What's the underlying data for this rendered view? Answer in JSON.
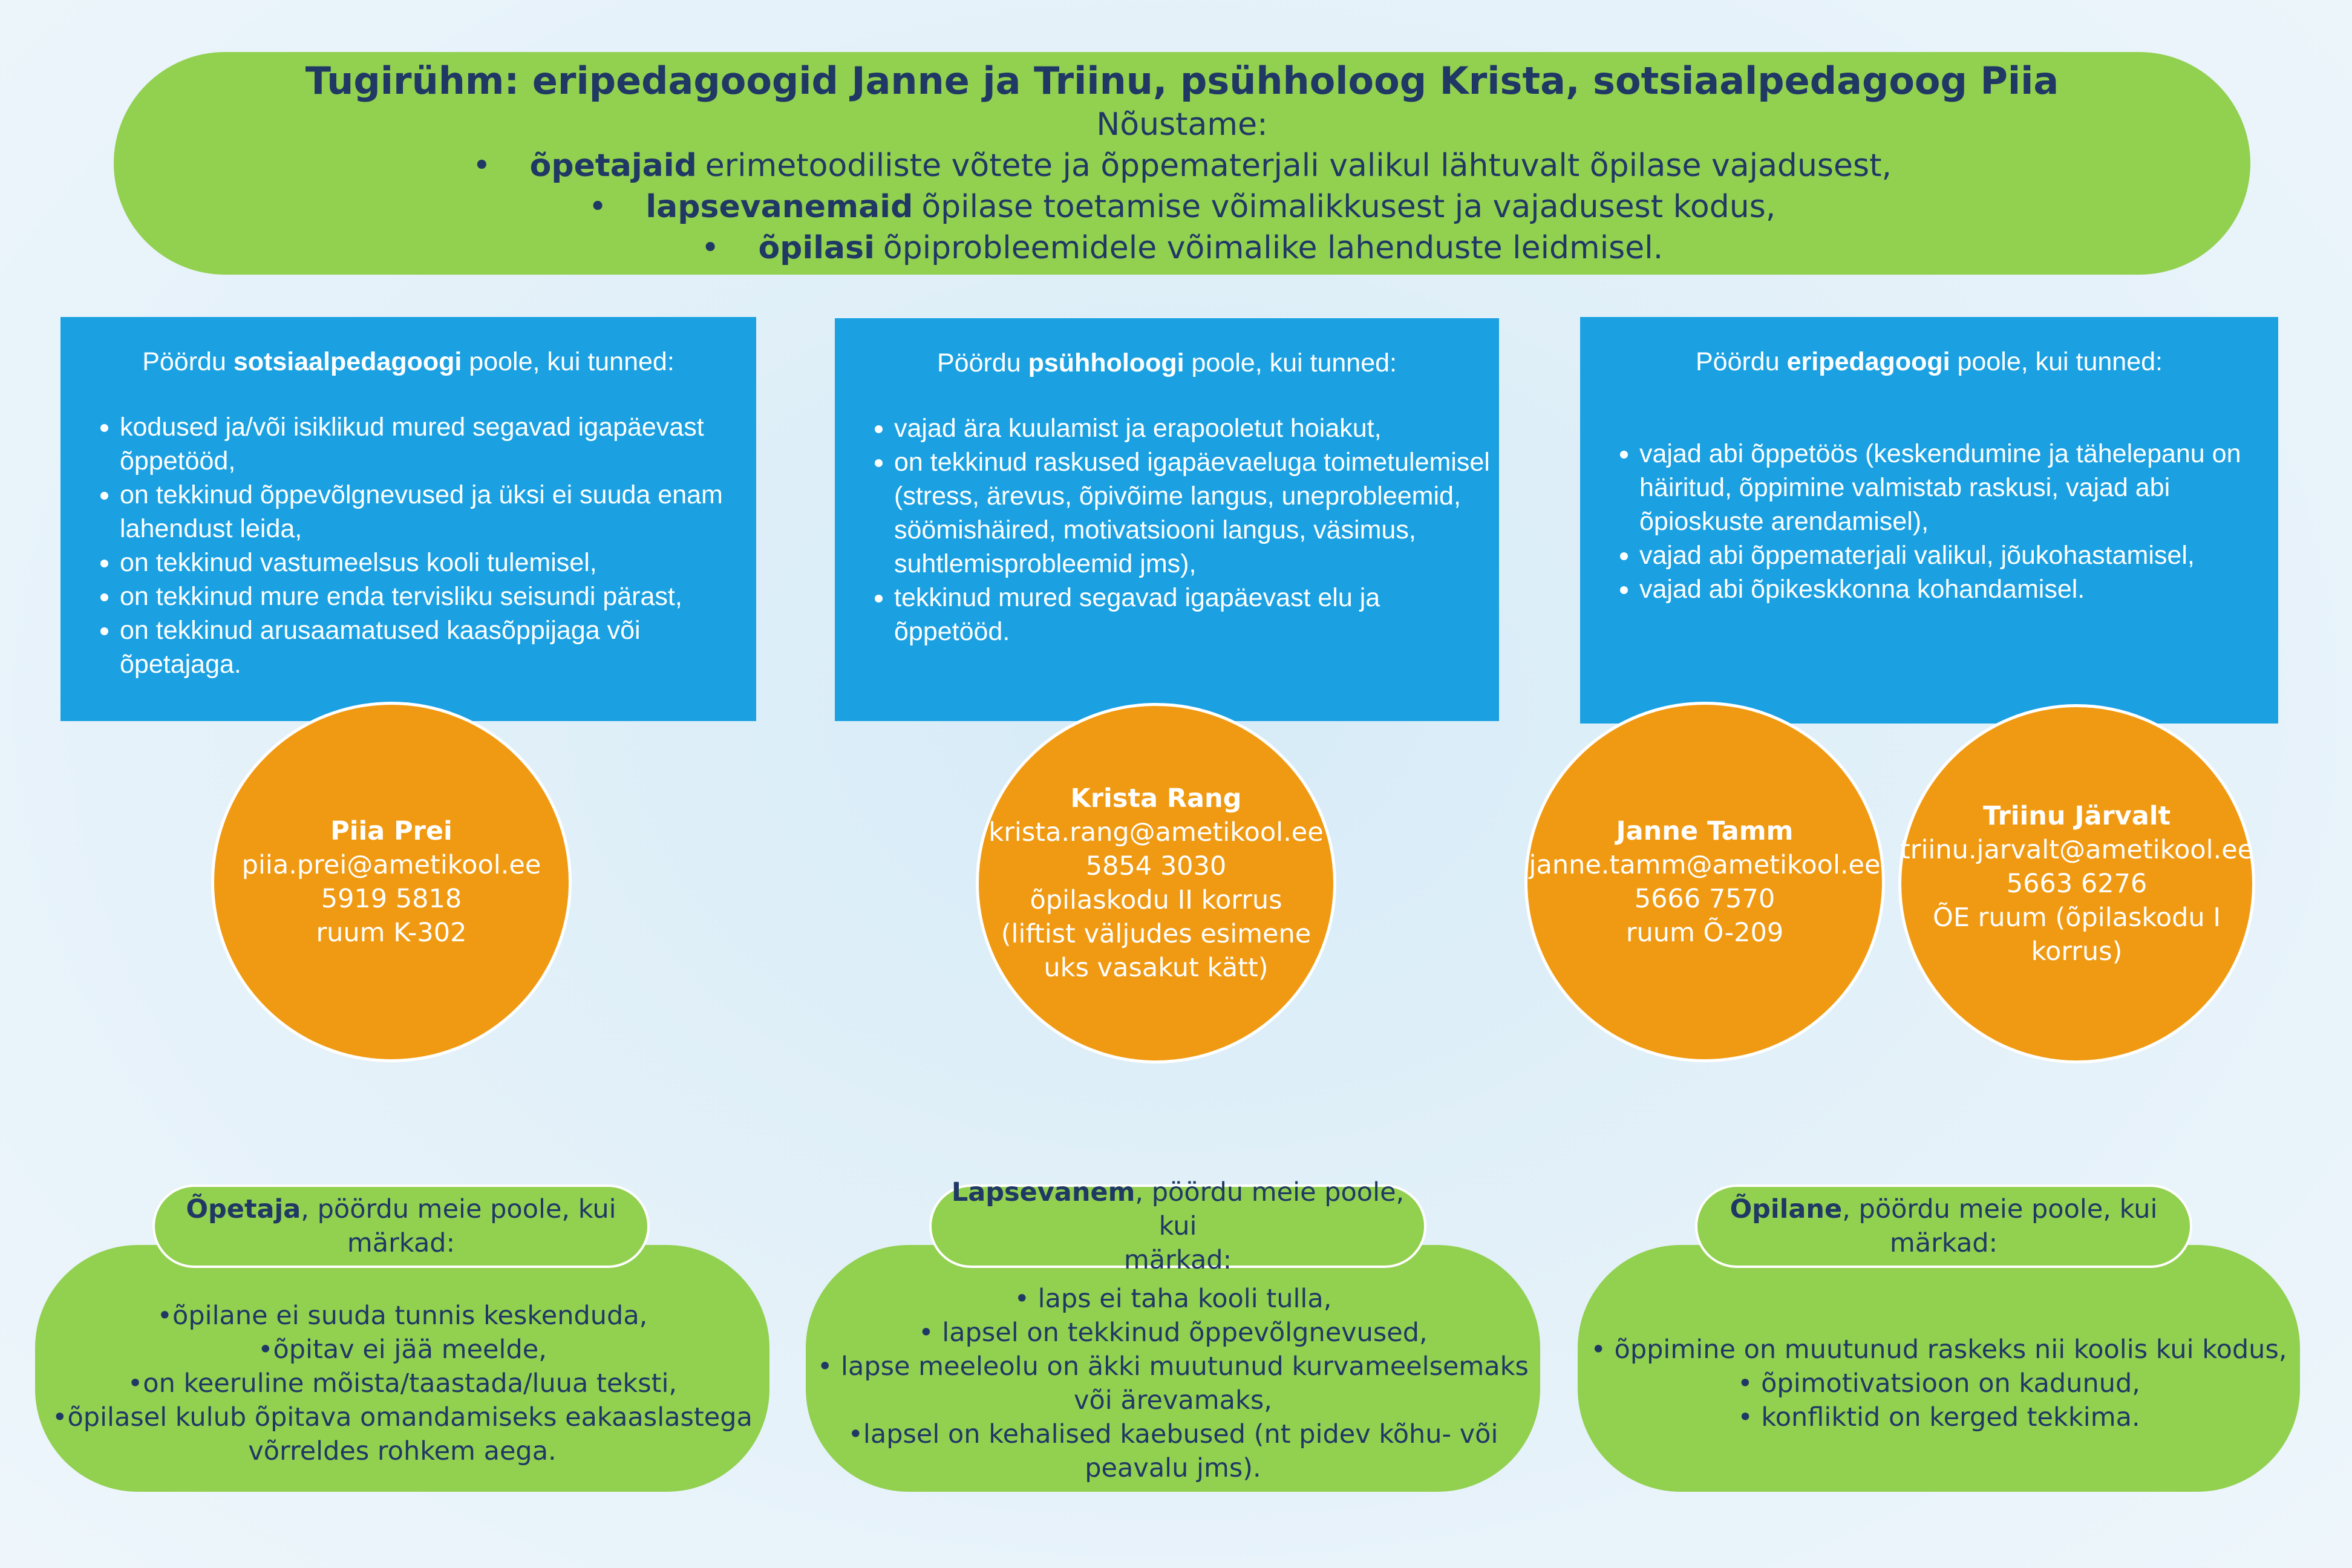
{
  "banner": {
    "title": "Tugirühm: eripedagoogid Janne ja Triinu, psühholoog Krista, sotsiaalpedagoog Piia",
    "subtitle": "Nõustame:",
    "bullets": [
      {
        "bold": "õpetajaid",
        "text": "erimetoodiliste võtete ja õppematerjali valikul lähtuvalt õpilase vajadusest,"
      },
      {
        "bold": "lapsevanemaid",
        "text": "õpilase toetamise võimalikkusest ja vajadusest kodus,"
      },
      {
        "bold": "õpilasi",
        "text": "õpiprobleemidele võimalike lahenduste leidmisel."
      }
    ]
  },
  "boxes": [
    {
      "head_pre": "Pöördu",
      "head_bold": "sotsiaalpedagoogi",
      "head_post": "poole, kui tunned:",
      "items": [
        "kodused ja/või isiklikud mured segavad igapäevast õppetööd,",
        "on tekkinud õppevõlgnevused ja üksi ei suuda enam lahendust leida,",
        "on tekkinud vastumeelsus kooli tulemisel,",
        "on tekkinud mure enda tervisliku seisundi pärast,",
        "on tekkinud arusaamatused kaasõppijaga või õpetajaga."
      ]
    },
    {
      "head_pre": "Pöördu",
      "head_bold": "psühholoogi",
      "head_post": "poole, kui tunned:",
      "items": [
        "vajad ära kuulamist ja erapooletut hoiakut,",
        "on tekkinud raskused igapäevaeluga toimetulemisel (stress, ärevus, õpivõime langus, uneprobleemid, söömishäired, motivatsiooni langus, väsimus, suhtlemisprobleemid jms),",
        "tekkinud mured segavad igapäevast elu ja õppetööd."
      ]
    },
    {
      "head_pre": "Pöördu",
      "head_bold": "eripedagoogi",
      "head_post": "poole, kui tunned:",
      "items": [
        "vajad abi õppetöös (keskendumine ja tähelepanu on häiritud, õppimine valmistab raskusi, vajad abi õpioskuste arendamisel),",
        "vajad abi õppematerjali valikul, jõukohastamisel,",
        "vajad abi õpikeskkonna kohandamisel."
      ]
    }
  ],
  "contacts": [
    {
      "name": "Piia Prei",
      "email": "piia.prei@ametikool.ee",
      "phone": "5919 5818",
      "room": "ruum K-302"
    },
    {
      "name": "Krista Rang",
      "email": "krista.rang@ametikool.ee",
      "phone": "5854 3030",
      "room": "õpilaskodu II korrus (liftist väljudes esimene uks vasakut kätt)"
    },
    {
      "name": "Janne Tamm",
      "email": "janne.tamm@ametikool.ee",
      "phone": "5666 7570",
      "room": "ruum Õ-209"
    },
    {
      "name": "Triinu Järvalt",
      "email": "triinu.jarvalt@ametikool.ee",
      "phone": "5663 6276",
      "room": "ÕE ruum (õpilaskodu I korrus)"
    }
  ],
  "audiences": [
    {
      "bold": "Õpetaja",
      "rest": ", pöördu meie poole, kui",
      "line2": "märkad:",
      "signs": [
        "•õpilane ei suuda tunnis keskenduda,",
        "•õpitav ei jää meelde,",
        "•on keeruline mõista/taastada/luua teksti,",
        "•õpilasel kulub õpitava omandamiseks eakaaslastega võrreldes rohkem aega."
      ]
    },
    {
      "bold": "Lapsevanem",
      "rest": ", pöördu meie poole, kui",
      "line2": "märkad:",
      "signs": [
        "• laps ei taha kooli tulla,",
        "• lapsel on tekkinud õppevõlgnevused,",
        "• lapse meeleolu on äkki muutunud kurvameelsemaks või ärevamaks,",
        "•lapsel on kehalised kaebused (nt pidev kõhu- või peavalu jms)."
      ]
    },
    {
      "bold": "Õpilane",
      "rest": ", pöördu meie poole, kui",
      "line2": "märkad:",
      "signs": [
        "• õppimine on muutunud raskeks nii koolis kui kodus,",
        "• õpimotivatsioon on kadunud,",
        "• konfliktid on kerged tekkima."
      ]
    }
  ],
  "colors": {
    "green": "#92d050",
    "blue": "#1ba1e2",
    "orange": "#f09a13",
    "navy": "#1f3864"
  }
}
